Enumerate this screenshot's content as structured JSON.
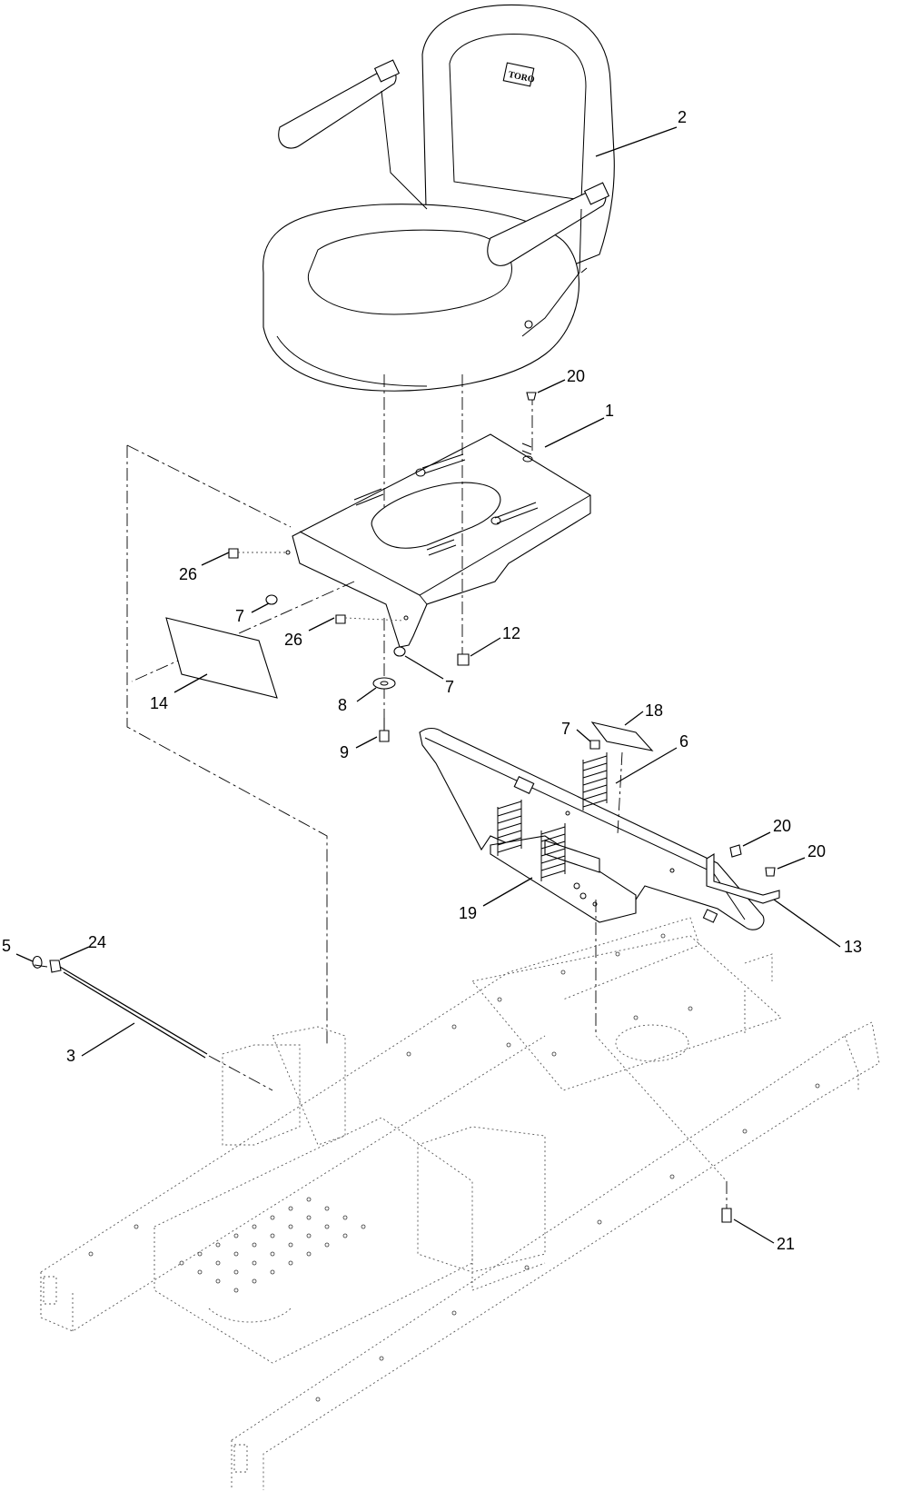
{
  "diagram": {
    "seat_logo_text": "TORO",
    "callouts": [
      {
        "id": "c1",
        "text": "1"
      },
      {
        "id": "c2",
        "text": "2"
      },
      {
        "id": "c3",
        "text": "3"
      },
      {
        "id": "c5",
        "text": "5"
      },
      {
        "id": "c6",
        "text": "6"
      },
      {
        "id": "c7a",
        "text": "7"
      },
      {
        "id": "c7b",
        "text": "7"
      },
      {
        "id": "c7c",
        "text": "7"
      },
      {
        "id": "c8",
        "text": "8"
      },
      {
        "id": "c9",
        "text": "9"
      },
      {
        "id": "c12",
        "text": "12"
      },
      {
        "id": "c13",
        "text": "13"
      },
      {
        "id": "c14",
        "text": "14"
      },
      {
        "id": "c18",
        "text": "18"
      },
      {
        "id": "c19",
        "text": "19"
      },
      {
        "id": "c20a",
        "text": "20"
      },
      {
        "id": "c20b",
        "text": "20"
      },
      {
        "id": "c20c",
        "text": "20"
      },
      {
        "id": "c21",
        "text": "21"
      },
      {
        "id": "c24",
        "text": "24"
      },
      {
        "id": "c26a",
        "text": "26"
      },
      {
        "id": "c26b",
        "text": "26"
      }
    ]
  }
}
